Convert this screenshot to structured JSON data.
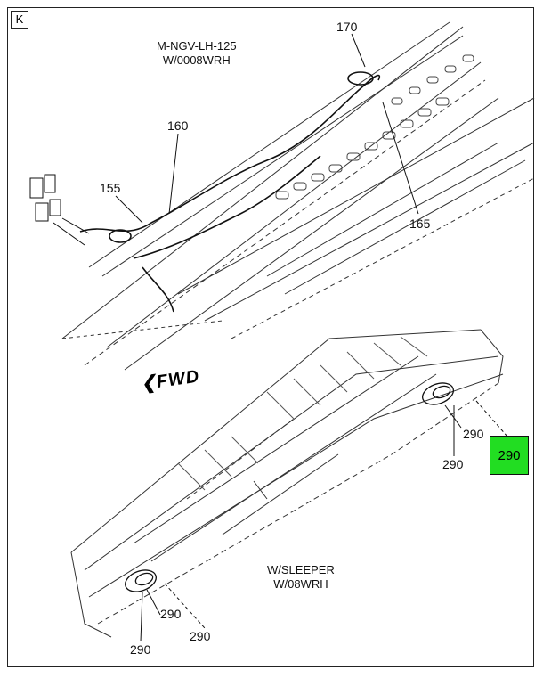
{
  "diagram": {
    "corner_label": "K",
    "top_note": {
      "line1": "M-NGV-LH-125",
      "line2": "W/0008WRH"
    },
    "bottom_note": {
      "line1": "W/SLEEPER",
      "line2": "W/08WRH"
    },
    "forward_label": "FWD",
    "callouts": {
      "c170": "170",
      "c160": "160",
      "c155": "155",
      "c165": "165",
      "c290a": "290",
      "c290b": "290",
      "c290c": "290",
      "c290d": "290",
      "c290e": "290"
    },
    "highlight": {
      "label": "290",
      "color": "#22dd22"
    }
  }
}
